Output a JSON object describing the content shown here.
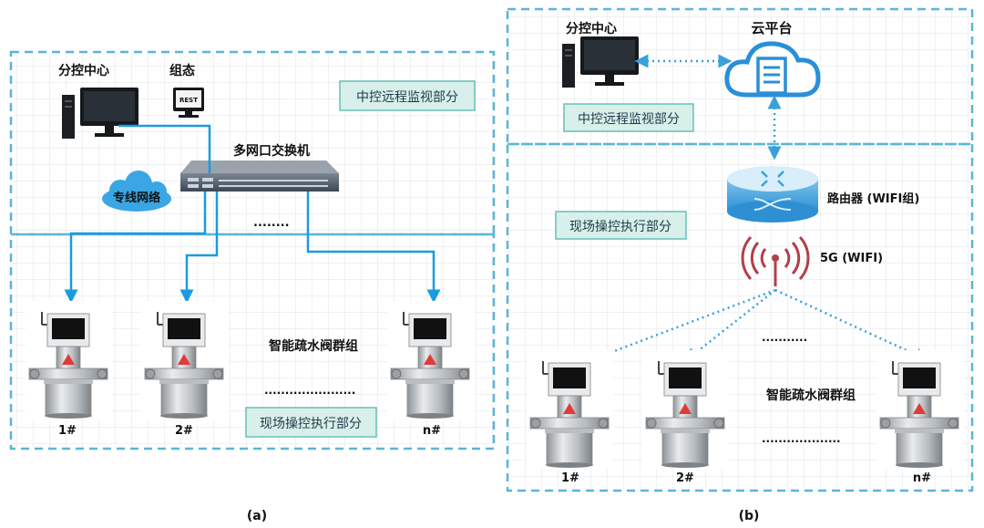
{
  "panel_a": {
    "caption": "(a)",
    "control_center": "分控中心",
    "config": "组态",
    "rest_screen": "REST",
    "remote_monitor": "中控远程监视部分",
    "switch": "多网口交换机",
    "private_network": "专线网络",
    "field_exec": "现场操控执行部分",
    "valve_group": "智能疏水阀群组",
    "dots_top": "........",
    "dots_mid": "......................",
    "valves": [
      "1#",
      "2#",
      "n#"
    ]
  },
  "panel_b": {
    "caption": "(b)",
    "control_center": "分控中心",
    "cloud": "云平台",
    "remote_monitor": "中控远程监视部分",
    "router": "路由器 (WIFI组)",
    "field_exec": "现场操控执行部分",
    "wireless": "5G (WIFI)",
    "valve_group": "智能疏水阀群组",
    "dots_top": "...........",
    "dots_bottom": "...................",
    "valves": [
      "1#",
      "2#",
      "n#"
    ]
  },
  "colors": {
    "dashed_border": "#5ab6d6",
    "grid": "#dfe3e6",
    "label_box_fill": "#d9efe9",
    "label_box_stroke": "#66bfb8",
    "wire": "#1a9be0",
    "cloud": "#2a8fd8",
    "router": "#3aa0dc",
    "signal": "#b0404a",
    "valve_red": "#e13a3a"
  }
}
